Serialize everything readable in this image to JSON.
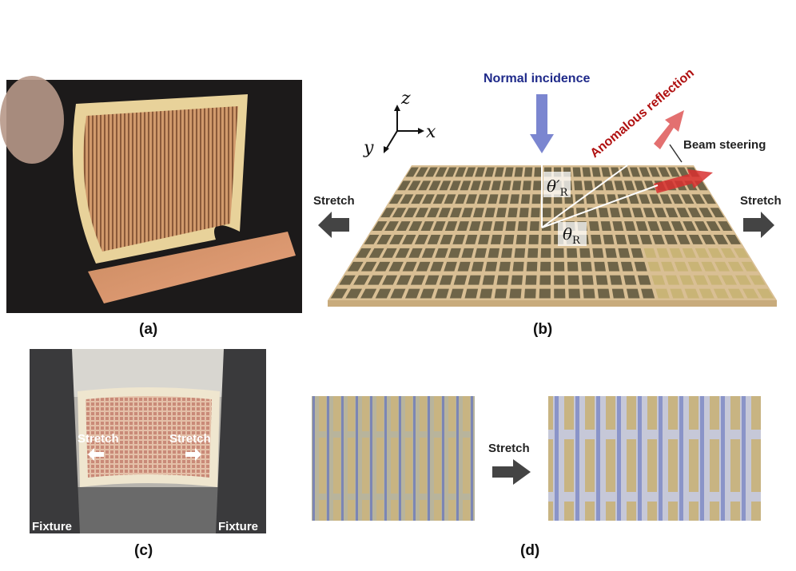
{
  "panels": {
    "a": {
      "caption": "(a)"
    },
    "b": {
      "caption": "(b)",
      "normal_incidence": "Normal incidence",
      "anomalous_reflection": "Anomalous reflection",
      "beam_steering": "Beam steering",
      "stretch_left": "Stretch",
      "stretch_right": "Stretch",
      "axis_x": "x",
      "axis_y": "y",
      "axis_z": "z",
      "theta": "θ",
      "theta_prime": "θ′",
      "sub_r": "R"
    },
    "c": {
      "caption": "(c)",
      "stretch_left": "Stretch",
      "stretch_right": "Stretch",
      "fixture_left": "Fixture",
      "fixture_right": "Fixture"
    },
    "d": {
      "caption": "(d)",
      "stretch": "Stretch"
    }
  },
  "colors": {
    "incidence": "#7b86d0",
    "incidence_text": "#1f2a8a",
    "reflection": "#e06060",
    "reflection_text": "#b01010",
    "substrate": "#d9bf94",
    "patch": "#6e6448",
    "arrow_gray": "#444444"
  }
}
